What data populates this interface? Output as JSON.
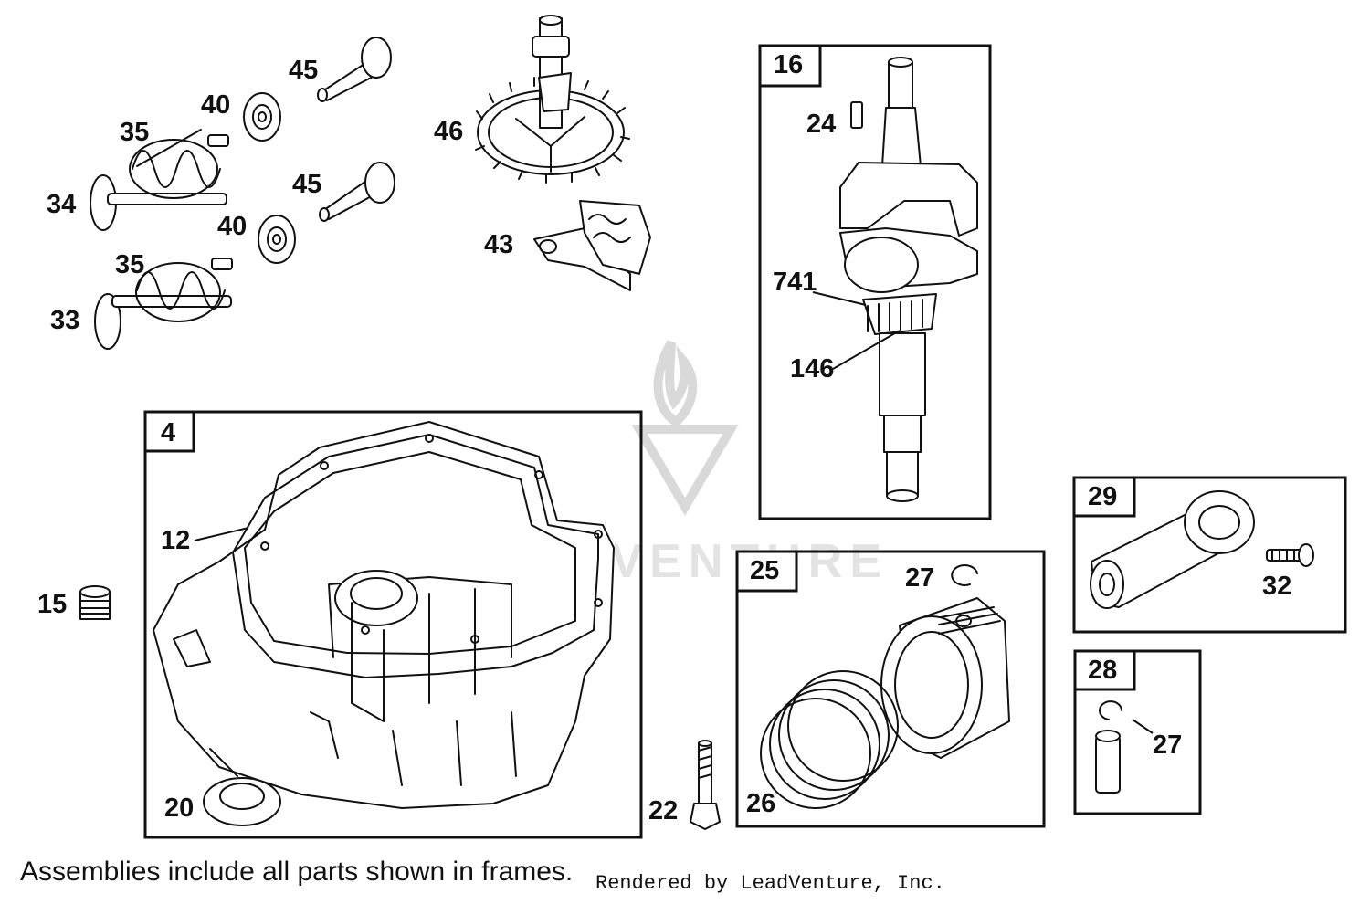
{
  "diagram": {
    "labels": {
      "p45a": "45",
      "p40a": "40",
      "p35a": "35",
      "p34": "34",
      "p45b": "45",
      "p40b": "40",
      "p35b": "35",
      "p33": "33",
      "p46": "46",
      "p43": "43",
      "p16": "16",
      "p24": "24",
      "p741": "741",
      "p146": "146",
      "p4": "4",
      "p12": "12",
      "p15": "15",
      "p20": "20",
      "p22": "22",
      "p25": "25",
      "p27a": "27",
      "p26": "26",
      "p29": "29",
      "p32": "32",
      "p28": "28",
      "p27b": "27"
    },
    "watermark": "LEADVENTURE"
  },
  "footer": {
    "note": "Assemblies include all parts shown in frames.",
    "credit": "Rendered by LeadVenture, Inc."
  }
}
